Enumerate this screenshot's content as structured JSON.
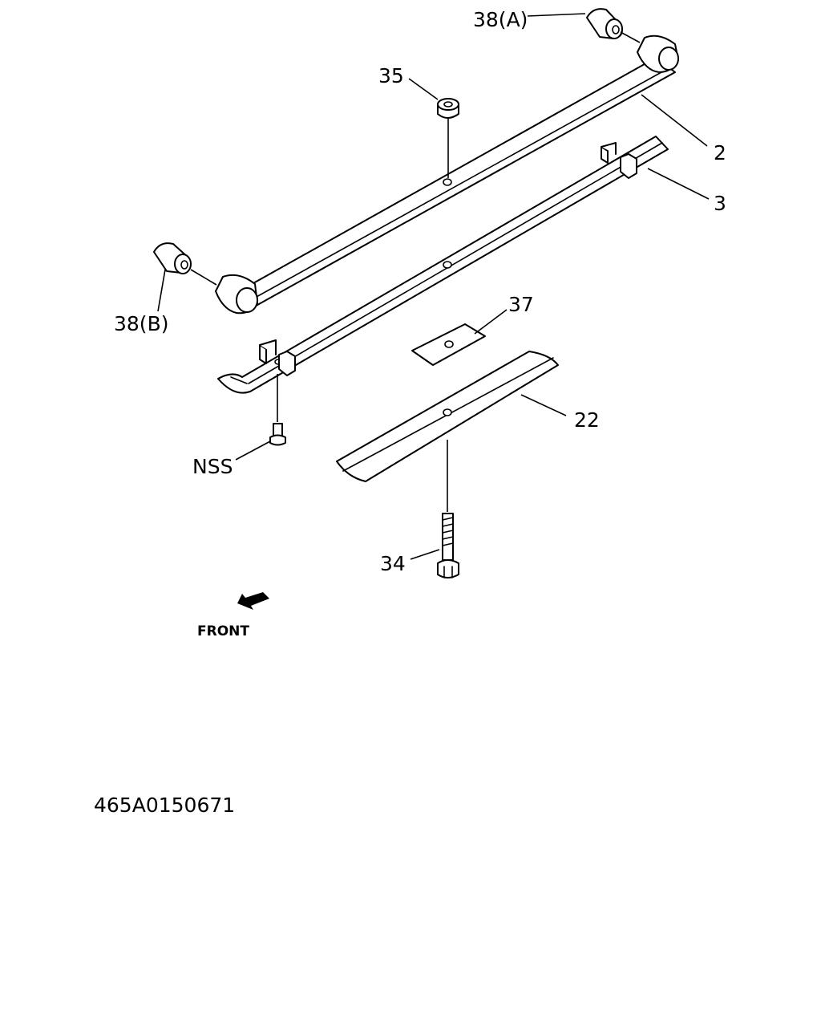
{
  "callouts": {
    "bushing_a": "38(A)",
    "nut": "35",
    "main_leaf": "2",
    "second_leaf": "3",
    "bushing_b": "38(B)",
    "spacer_plate": "37",
    "lower_leaf": "22",
    "clip_bolt": "NSS",
    "center_bolt": "34"
  },
  "direction": {
    "label": "FRONT"
  },
  "drawing_code": "465A0150671",
  "colors": {
    "line": "#000000",
    "background": "#ffffff"
  }
}
